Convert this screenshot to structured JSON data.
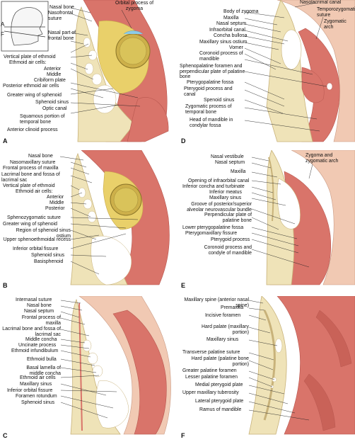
{
  "colors": {
    "muscle": "#d9746a",
    "muscle_dark": "#b8574f",
    "bone": "#efe3b8",
    "bone_edge": "#c8b27a",
    "sinus": "#ffffff",
    "orbit_fat": "#e9d06a",
    "eye": "#d9c35a",
    "skin": "#f1c9b3",
    "leader": "#222222",
    "accent_blue": "#8ccbe8"
  },
  "panels": {
    "A": {
      "letter": "A",
      "inset_letters": [
        "A",
        "F"
      ],
      "labels": [
        "Nasal bone",
        "Nasofrontal suture",
        "Nasal part of frontal bone",
        "Vertical plate of ethmoid",
        "Ethmoid air cells:",
        "Anterior",
        "Middle",
        "Cribiform plate",
        "Posterior ethmoid air cells",
        "Greater wing of sphenoid",
        "Sphenoid sinus",
        "Optic canal",
        "Squamous portion of temporal bone",
        "Anterior clinoid process",
        "Orbital process of zygoma"
      ]
    },
    "B": {
      "letter": "B",
      "labels": [
        "Nasal bone",
        "Nasomaxillary suture",
        "Frontal process of maxilla",
        "Lacrimal bone and fossa of lacrimal sac",
        "Vertical plate of ethmoid",
        "Ethmoid air cells:",
        "Anterior",
        "Middle",
        "Posterior",
        "Sphenozygomatic suture",
        "Greater wing of sphenoid",
        "Region of sphenoid sinus ostium",
        "Upper sphenoethmoidal recess",
        "Inferior orbital fissure",
        "Sphenoid sinus",
        "Basisphenoid"
      ]
    },
    "C": {
      "letter": "C",
      "labels": [
        "Internasal suture",
        "Nasal bone",
        "Nasal septum",
        "Frontal process of maxilla",
        "Lacrimal bone and fossa of lacrimal sac",
        "Middle concha",
        "Uncinate process",
        "Ethmoid infundibulum",
        "Ethmoid bulla",
        "Basal lamella of middle concha",
        "Ethmoid air cells",
        "Maxillary sinus",
        "Inferior orbital fissure",
        "Foramen rotundum",
        "Sphenoid sinus"
      ]
    },
    "D": {
      "letter": "D",
      "labels": [
        "Nasolacrimal canal",
        "Temporozygomatic suture",
        "Zygomatic arch",
        "Body of zygoma",
        "Maxilla",
        "Nasal septum",
        "Infraorbital canal",
        "Concha bullosa",
        "Maxillary sinus ostium",
        "Vomer",
        "Coronoid process of mandible",
        "Sphenopalatine foramen and perpendicular plate of palatine bone",
        "Pterygopalatine fossa",
        "Pterygoid process and canal",
        "Spenoid sinus",
        "Zygomatic process of temporal bone",
        "Head of mandible in condylar fossa"
      ]
    },
    "E": {
      "letter": "E",
      "labels": [
        "Zygoma and zygomatic arch",
        "Nasal vestibule",
        "Nasal septum",
        "Maxilla",
        "Opening of infraorbital canal",
        "Inferior concha and turbinate",
        "Inferior meatus",
        "Maxillary sinus",
        "Groove of posterior/superior alveolar neurovascular bundle",
        "Perpendicular plate of palatine bone",
        "Lower pterygopalatine fossa",
        "Pterygomaxillary fissure",
        "Pterygoid process",
        "Coronoid process and condyle of mandible"
      ]
    },
    "F": {
      "letter": "F",
      "labels": [
        "Maxillary spine (anterior nasal spine)",
        "Premaxilla",
        "Incisive foramen",
        "Hard palate (maxillary portion)",
        "Maxillary sinus",
        "Transverse palatine suture",
        "Hard palate (palatine bone portion)",
        "Greater palatine foramen",
        "Lesser palatine foramen",
        "Medial pterygoid plate",
        "Upper maxillary tuberosity",
        "Lateral pterygoid plate",
        "Ramus of mandible"
      ]
    }
  }
}
